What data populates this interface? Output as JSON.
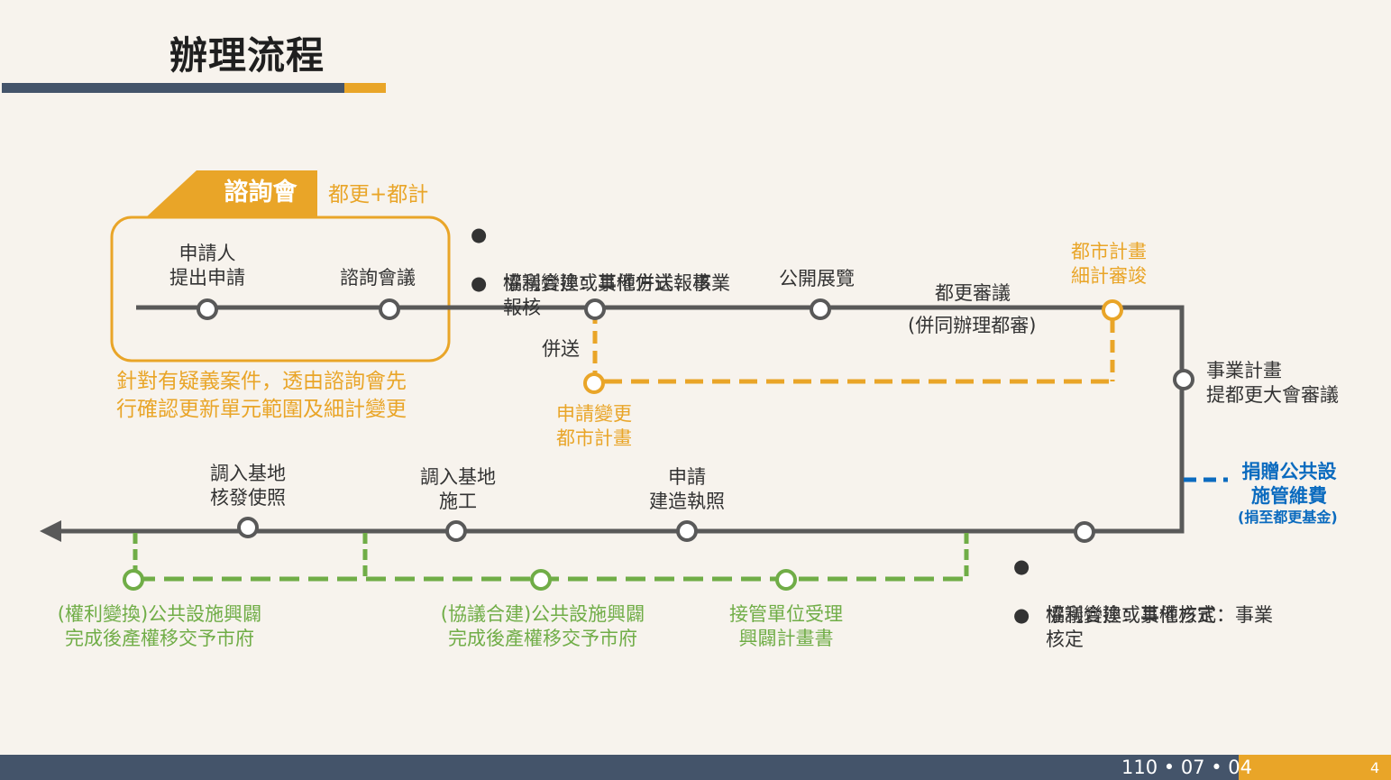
{
  "title": "辦理流程",
  "consult": {
    "tab": "諮詢會",
    "subtitle": "都更+都計",
    "applicant": "申請人\n提出申請",
    "meeting": "諮詢會議",
    "note": "針對有疑義案件，透由諮詢會先\n行確認更新單元範圍及細計變更"
  },
  "top_bullets": [
    "協議合建或其他方式：事業\n報核",
    "權利變換：事權併送報核"
  ],
  "bullet_symbol": "●",
  "parallel_label": "併送",
  "public_display": "公開展覽",
  "review": "都更審議",
  "review_note": "(併同辦理都審)",
  "urban_plan_review": "都市計畫\n細計審竣",
  "apply_change": "申請變更\n都市計畫",
  "council_review": "事業計畫\n提都更大會審議",
  "donation": "捐贈公共設\n施管維費",
  "donation_note": "(捐至都更基金)",
  "bottom_bullets": [
    "協議合建或其他方式：事業\n核定",
    "權利變換：事權核定"
  ],
  "apply_permit": "申請\n建造執照",
  "construction": "調入基地\n施工",
  "use_permit": "調入基地\n核發使照",
  "handover_rights": "(權利變換)公共設施興闢\n完成後產權移交予市府",
  "handover_coop": "(協議合建)公共設施興闢\n完成後產權移交予市府",
  "takeover": "接管單位受理\n興闢計畫書",
  "footer": {
    "date": "110 • 07 • 04",
    "page": "4"
  },
  "colors": {
    "navy": "#44546a",
    "gold": "#e9a528",
    "gray": "#595959",
    "green": "#70ad47",
    "blue": "#0b6bbf",
    "background": "#f7f3ed"
  }
}
